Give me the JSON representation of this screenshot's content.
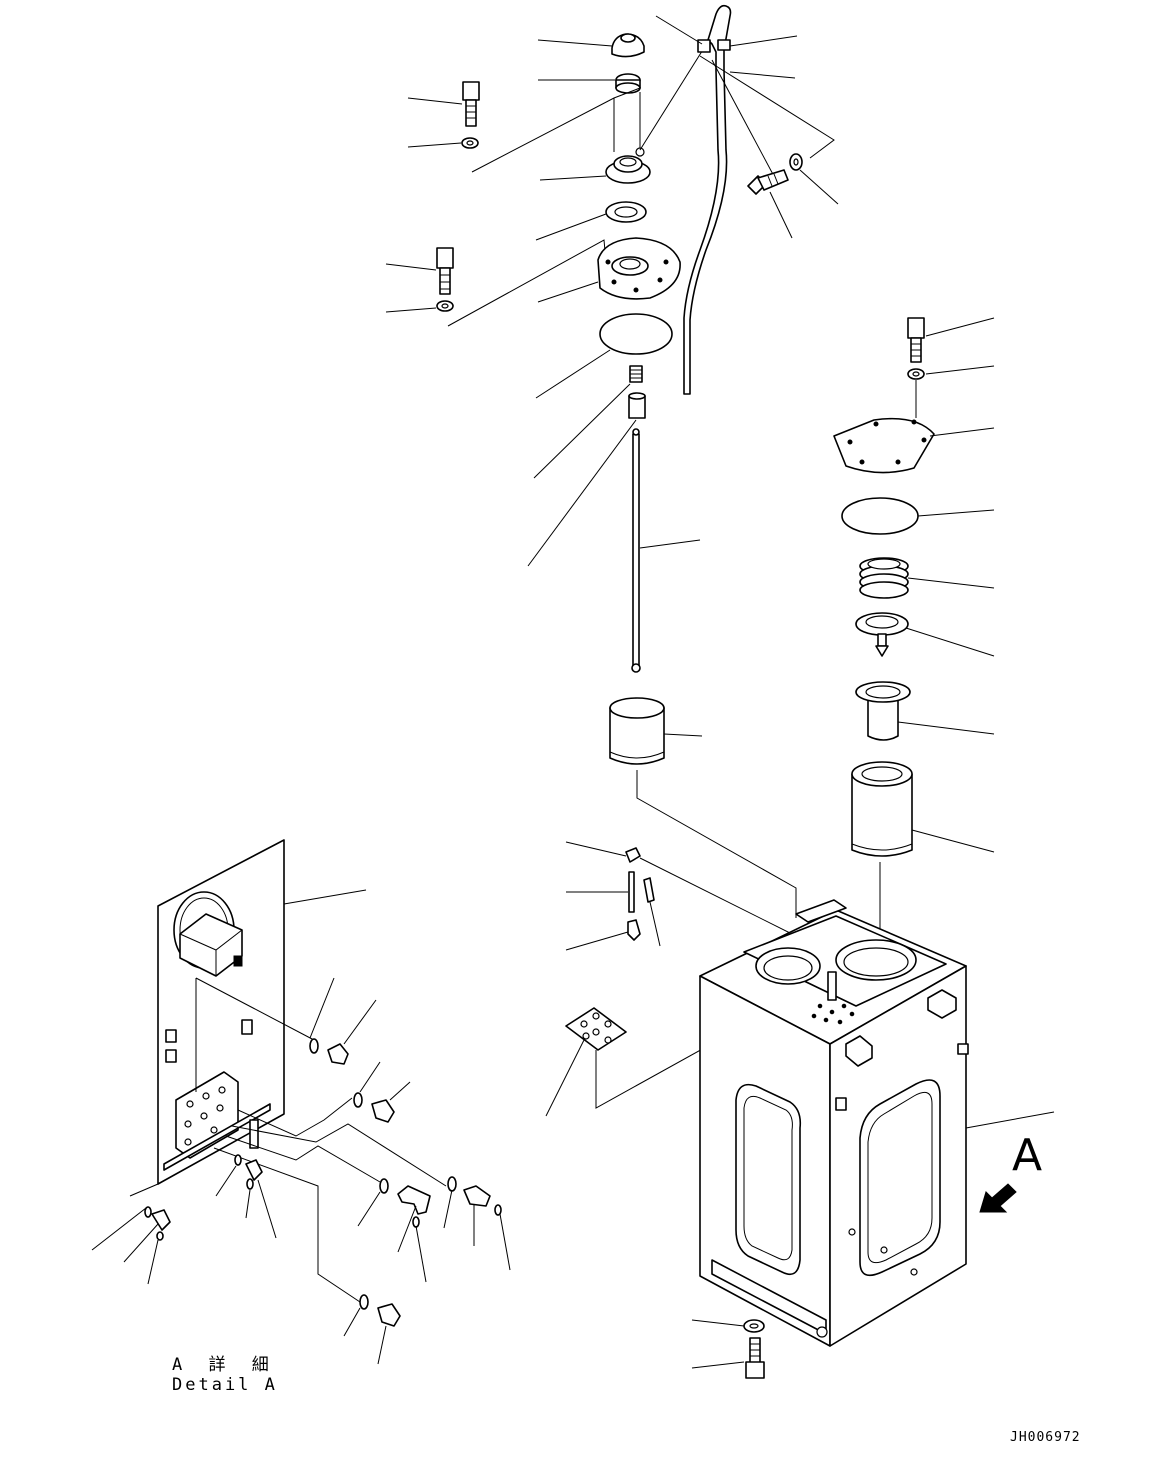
{
  "drawing": {
    "detail_label_jp": "A 詳 細",
    "detail_label_en": "Detail A",
    "view_letter": "A",
    "drawing_code": "JH006972"
  },
  "colors": {
    "line": "#000000",
    "background": "#ffffff"
  }
}
